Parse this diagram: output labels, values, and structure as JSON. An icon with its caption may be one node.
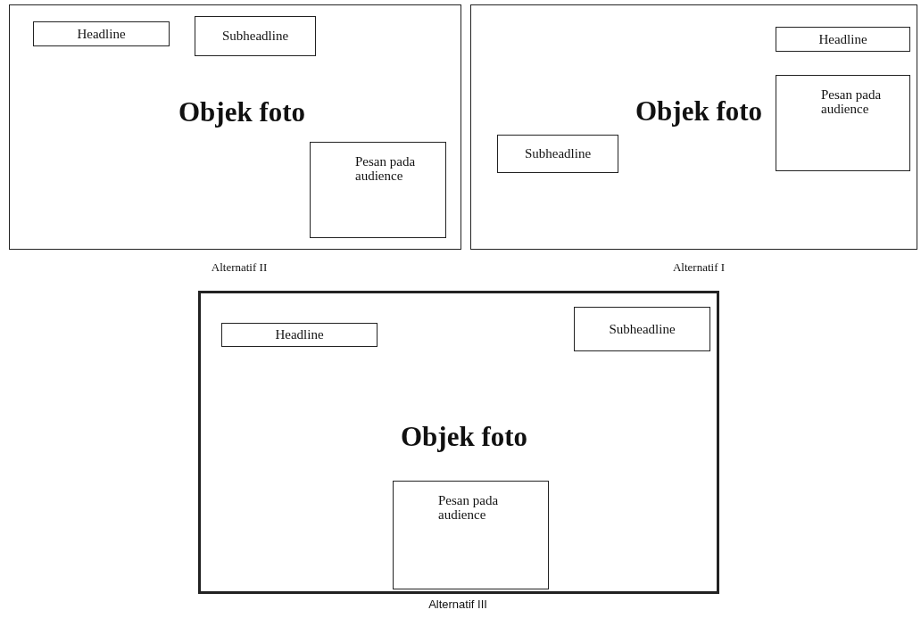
{
  "diagram": {
    "nodes": [
      {
        "text": [
          "Objek foto"
        ],
        "beside": [
          "Alternatif II"
        ]
      },
      {
        "text": [
          "Headline"
        ],
        "in": 0
      },
      {
        "text": [
          "Subheadline"
        ],
        "in": 0
      },
      {
        "text": [
          "Pesan pada audience"
        ],
        "in": 0
      },
      {
        "text": [
          "Objek foto"
        ],
        "beside": [
          "Alternatif I"
        ]
      },
      {
        "text": [
          "Headline"
        ],
        "in": 4
      },
      {
        "text": [
          "Pesan pada audience"
        ],
        "in": 4
      },
      {
        "text": [
          "Subheadline"
        ],
        "in": 4
      },
      {
        "text": [
          "Objek foto"
        ],
        "beside": [
          "Alternatif III"
        ]
      },
      {
        "text": [
          "Headline"
        ],
        "in": 8
      },
      {
        "text": [
          "Subheadline"
        ],
        "in": 8
      },
      {
        "text": [
          "Pesan pada audience"
        ],
        "in": 8
      }
    ],
    "edges": []
  }
}
